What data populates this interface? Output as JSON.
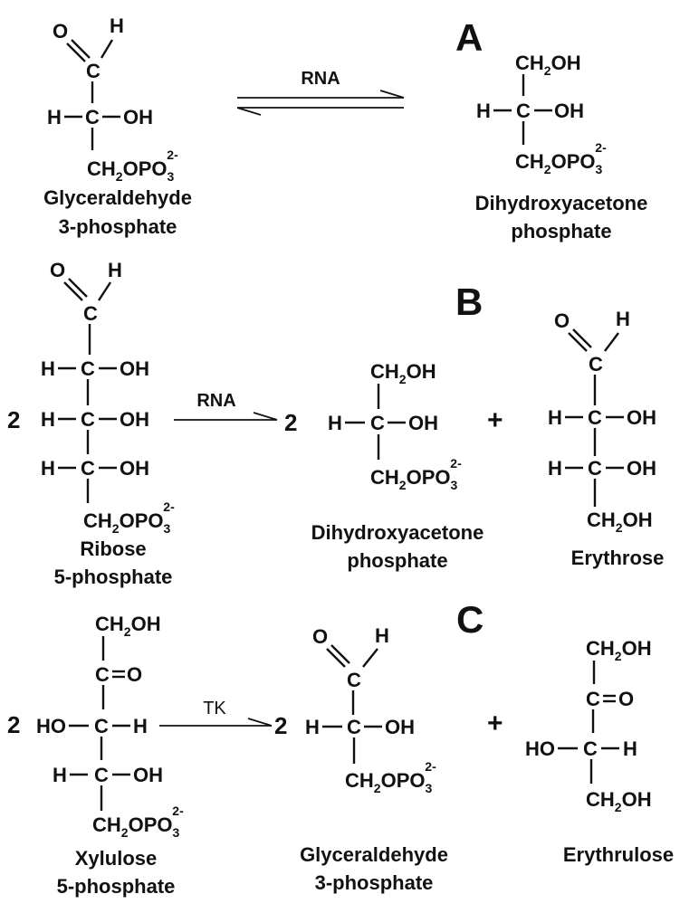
{
  "atoms": {
    "O": "O",
    "H": "H",
    "C": "C",
    "OH": "OH",
    "HO": "HO",
    "CH2OH": {
      "a": "CH",
      "s": "2",
      "b": "OH"
    },
    "CH2OPO3": {
      "a": "CH",
      "s1": "2",
      "b": "OPO",
      "s2": "3",
      "sup": "2-"
    }
  },
  "panels": {
    "A": {
      "label": "A",
      "enzyme": "RNA",
      "substrate_name": [
        "Glyceraldehyde",
        "3-phosphate"
      ],
      "product_name": [
        "Dihydroxyacetone",
        "phosphate"
      ]
    },
    "B": {
      "label": "B",
      "enzyme": "RNA",
      "coefficient_left": "2",
      "coefficient_right": "2",
      "plus": "+",
      "substrate_name": [
        "Ribose",
        "5-phosphate"
      ],
      "product1_name": [
        "Dihydroxyacetone",
        "phosphate"
      ],
      "product2_name": [
        "Erythrose"
      ]
    },
    "C": {
      "label": "C",
      "enzyme": "TK",
      "coefficient_left": "2",
      "coefficient_right": "2",
      "plus": "+",
      "substrate_name": [
        "Xylulose",
        "5-phosphate"
      ],
      "product1_name": [
        "Glyceraldehyde",
        "3-phosphate"
      ],
      "product2_name": [
        "Erythrulose"
      ]
    }
  }
}
